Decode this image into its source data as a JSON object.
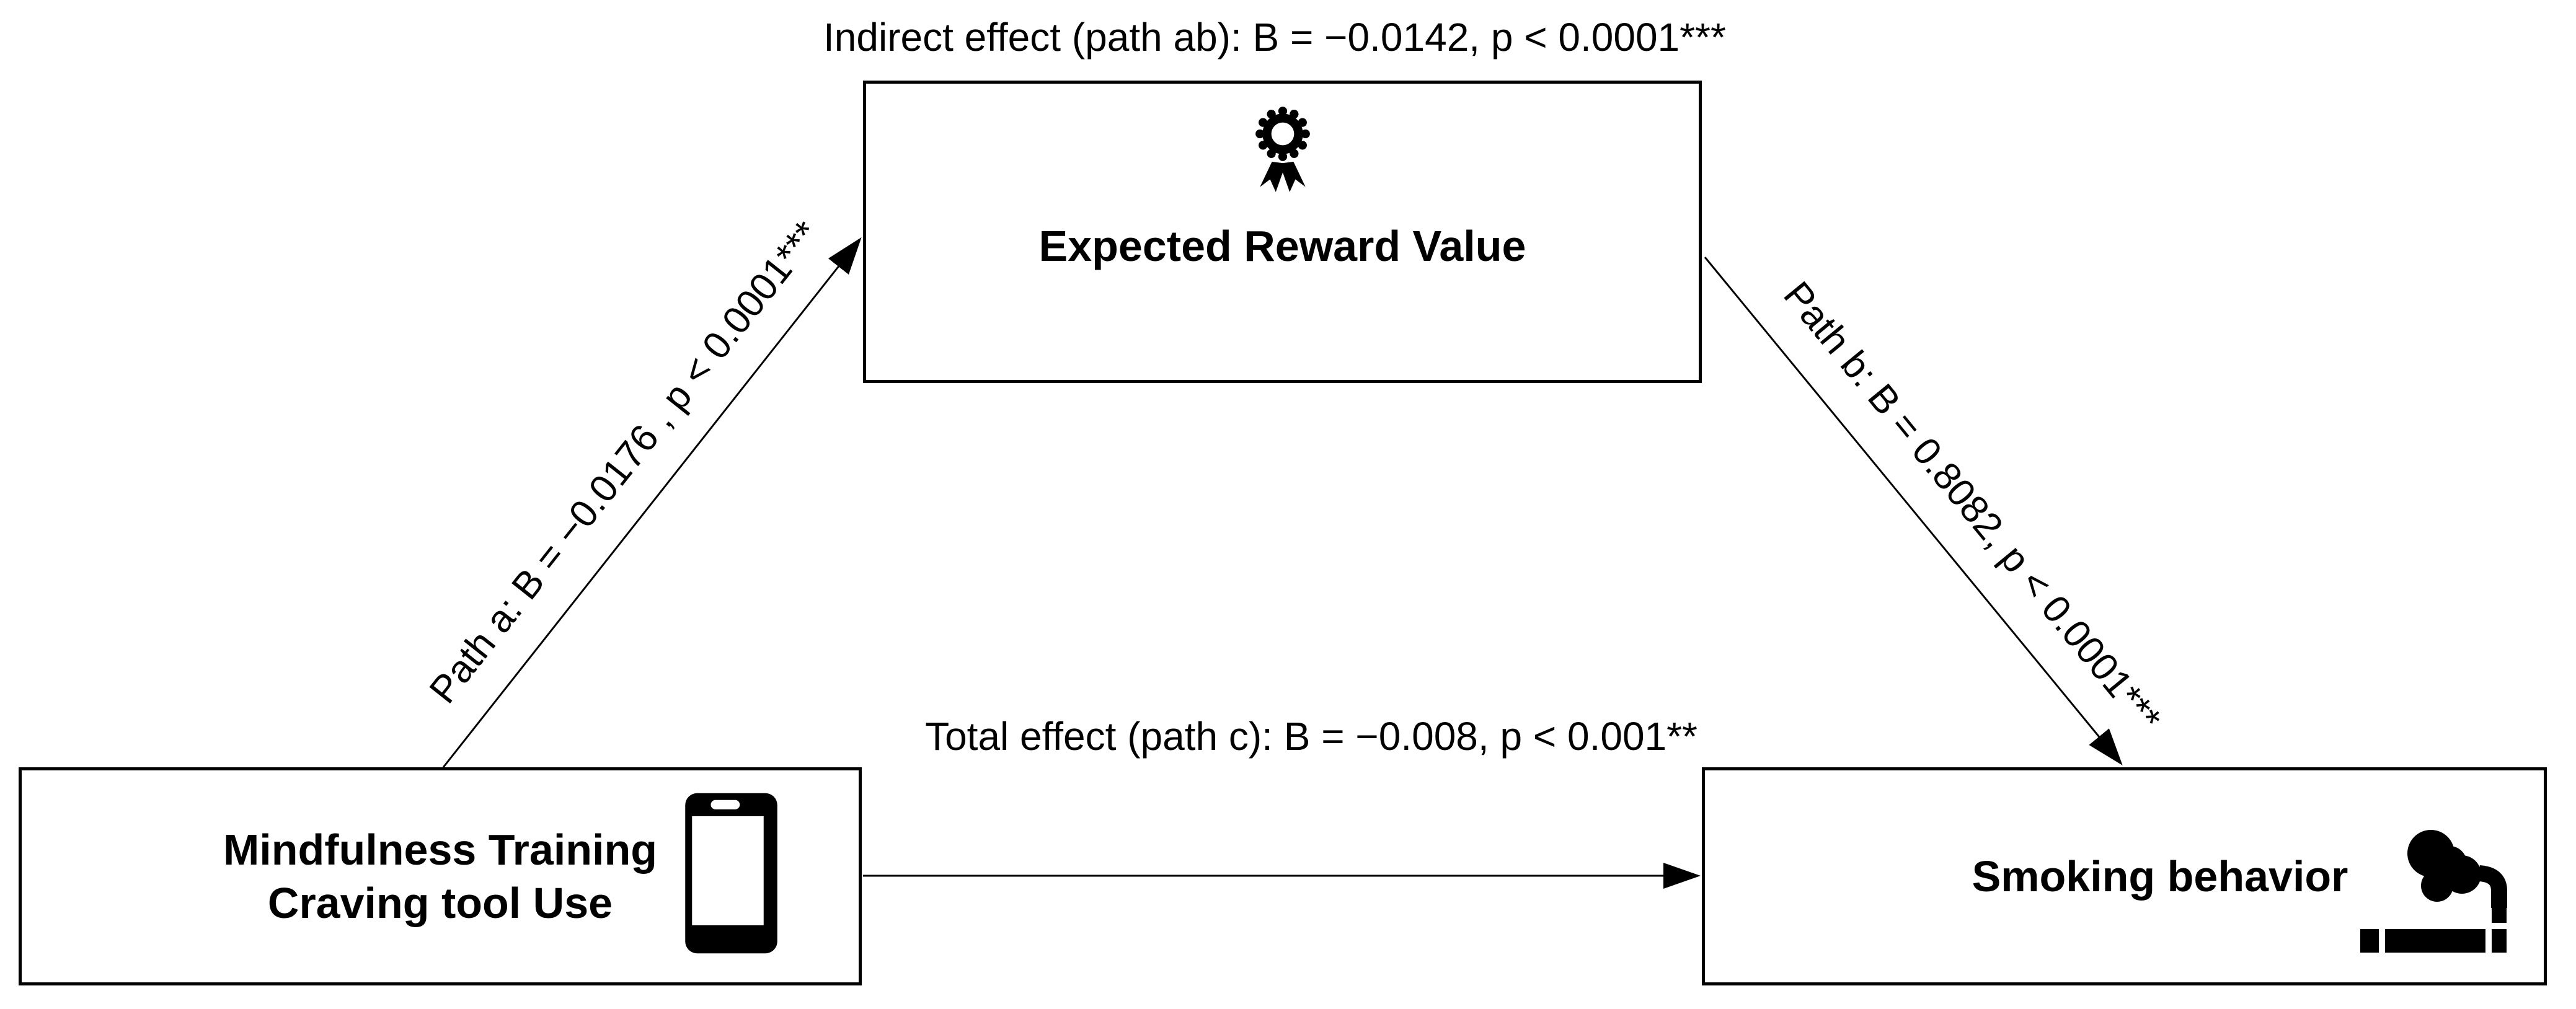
{
  "diagram": {
    "type": "mediation-path-model",
    "colors": {
      "ink": "#000000",
      "background": "#ffffff"
    }
  },
  "labels": {
    "indirect": "Indirect effect (path ab): B = −0.0142, p < 0.0001***",
    "total": "Total effect (path c): B = −0.008, p < 0.001**",
    "path_a": "Path a: B = −0.0176 , p < 0.0001***",
    "path_b": "Path b: B = 0.8082, p < 0.0001***"
  },
  "boxes": {
    "mediator": {
      "label": "Expected Reward Value",
      "icon": "award-ribbon-icon"
    },
    "predictor": {
      "label_line1": "Mindfulness Training",
      "label_line2": "Craving tool Use",
      "icon": "smartphone-icon"
    },
    "outcome": {
      "label": "Smoking behavior",
      "icon": "smoking-cigarette-icon"
    }
  }
}
